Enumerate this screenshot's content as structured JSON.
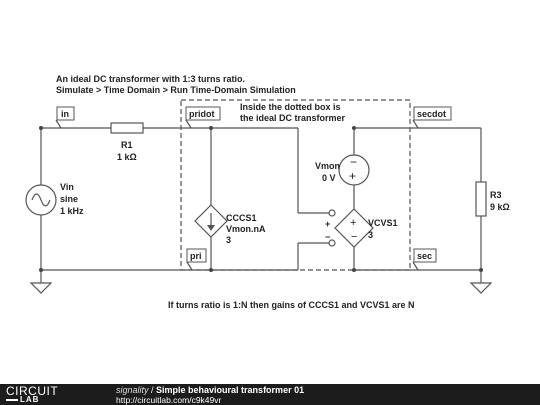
{
  "description": {
    "line1": "An ideal DC transformer with 1:3 turns ratio.",
    "line2": "Simulate > Time Domain > Run Time-Domain Simulation"
  },
  "box_note": {
    "line1": "Inside the dotted box is",
    "line2": "the ideal DC transformer"
  },
  "nodes": {
    "in": "in",
    "pridot": "pridot",
    "pri": "pri",
    "secdot": "secdot",
    "sec": "sec"
  },
  "components": {
    "r1": {
      "name": "R1",
      "value": "1 kΩ"
    },
    "vin": {
      "name": "Vin",
      "type": "sine",
      "freq": "1 kHz"
    },
    "cccs1": {
      "name": "CCCS1",
      "ctrl": "Vmon.nA",
      "gain": "3"
    },
    "vmon": {
      "name": "Vmon",
      "value": "0 V"
    },
    "vcvs1": {
      "name": "VCVS1",
      "gain": "3"
    },
    "r3": {
      "name": "R3",
      "value": "9 kΩ"
    }
  },
  "symbols": {
    "plus": "+",
    "minus": "−"
  },
  "footnote": "If turns ratio is 1:N then gains of CCCS1 and VCVS1 are N",
  "footer": {
    "logo_top": "CIRCUIT",
    "logo_bottom": "LAB",
    "author": "signality",
    "separator": " / ",
    "title": "Simple behavioural transformer 01",
    "url": "http://circuitlab.com/c9k49vr"
  }
}
